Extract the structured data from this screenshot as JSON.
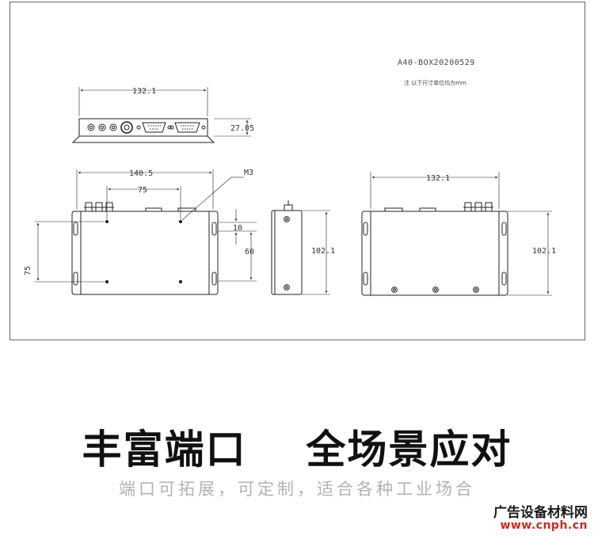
{
  "drawing": {
    "model_code": "A40-BOX20200529",
    "unit_note": "注  以下尺寸单位均为mm",
    "dims": {
      "top_width": "132.1",
      "top_height": "27.05",
      "front_width": "140.5",
      "front_hole_span": "75",
      "screw_label": "M3",
      "front_height": "75",
      "offset_small": "10",
      "offset_large": "60",
      "side_height": "102.1",
      "back_width": "132.1",
      "back_height": "102.1"
    }
  },
  "headline": "丰富端口  全场景应对",
  "subline": "端口可拓展，可定制，适合各种工业场合",
  "watermark": {
    "site_name": "广告设备材料网",
    "url": "www.cnph.cn"
  },
  "colors": {
    "line": "#222222",
    "border": "#666666",
    "watermark_url": "#d0281c"
  }
}
